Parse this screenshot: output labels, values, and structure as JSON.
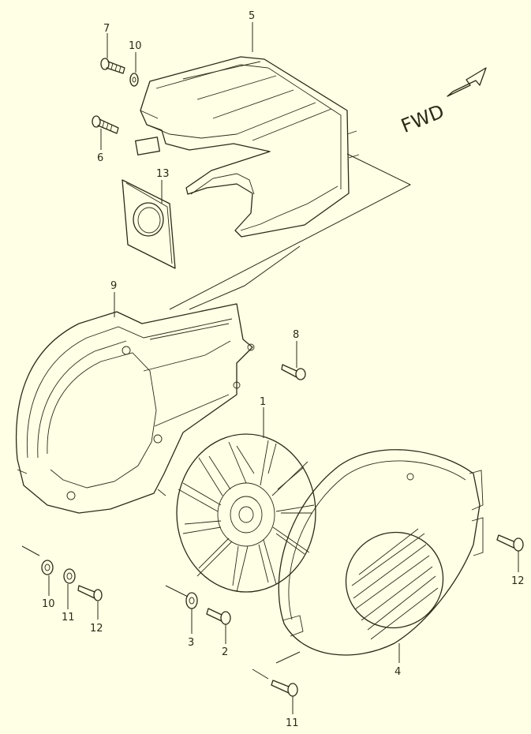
{
  "diagram": {
    "direction_label": "FWD",
    "callouts": {
      "p1": "1",
      "p2": "2",
      "p3": "3",
      "p4": "4",
      "p5": "5",
      "p6": "6",
      "p7": "7",
      "p8": "8",
      "p9": "9",
      "p10a": "10",
      "p10b": "10",
      "p11a": "11",
      "p11b": "11",
      "p12a": "12",
      "p12b": "12",
      "p13": "13"
    },
    "line_color": "#2b2a14",
    "background_color": "#ffffe6"
  }
}
